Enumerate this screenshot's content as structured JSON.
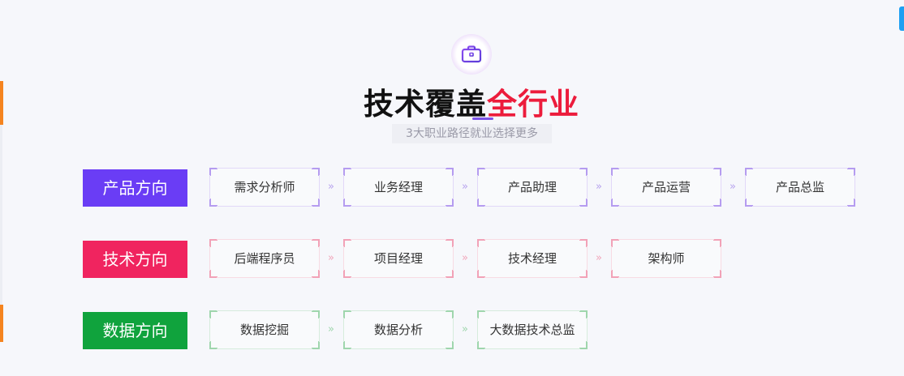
{
  "header": {
    "icon": "briefcase-icon",
    "title_part1": "技术覆盖",
    "title_part2": "全行业",
    "subtitle": "3大职业路径就业选择更多"
  },
  "colors": {
    "accent_red": "#ec1c3c",
    "product": "#6a3df5",
    "tech": "#f0245f",
    "data": "#10a33d"
  },
  "arrow_glyph": "»",
  "tracks": [
    {
      "label": "产品方向",
      "roles": [
        "需求分析师",
        "业务经理",
        "产品助理",
        "产品运营",
        "产品总监"
      ]
    },
    {
      "label": "技术方向",
      "roles": [
        "后端程序员",
        "项目经理",
        "技术经理",
        "架构师"
      ]
    },
    {
      "label": "数据方向",
      "roles": [
        "数据挖掘",
        "数据分析",
        "大数据技术总监"
      ]
    }
  ]
}
